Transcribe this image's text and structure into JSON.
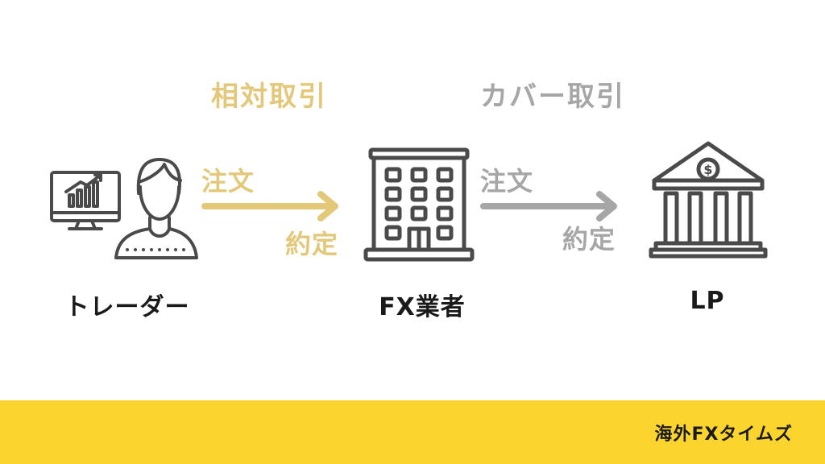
{
  "headings": {
    "left": "相対取引",
    "right": "カバー取引"
  },
  "left_flow": {
    "order": "注文",
    "contract": "約定"
  },
  "right_flow": {
    "order": "注文",
    "contract": "約定"
  },
  "actors": {
    "trader": "トレーダー",
    "broker": "FX業者",
    "lp": "LP"
  },
  "footer": {
    "brand": "海外FXタイムズ"
  },
  "icons": {
    "trader": "trader-at-monitor-icon",
    "broker": "office-building-icon",
    "lp": "bank-icon"
  },
  "colors": {
    "gold": "#e3c87a",
    "gray": "#a6a6a6",
    "footer": "#fcd42e",
    "dark": "#4a4a4a"
  }
}
